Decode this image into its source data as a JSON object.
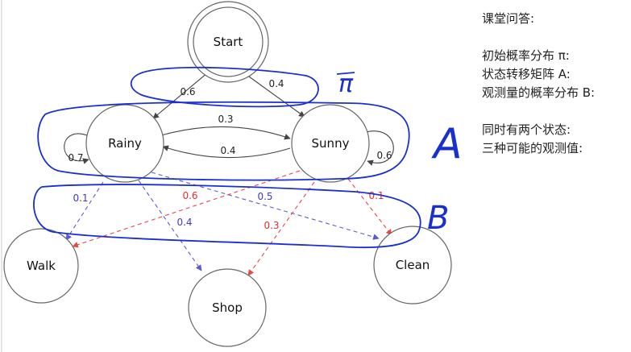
{
  "diagram": {
    "nodes": {
      "start": "Start",
      "rainy": "Rainy",
      "sunny": "Sunny",
      "walk": "Walk",
      "shop": "Shop",
      "clean": "Clean"
    },
    "edges": {
      "start_rainy": "0.6",
      "start_sunny": "0.4",
      "rainy_sunny": "0.3",
      "sunny_rainy": "0.4",
      "rainy_self": "0.7",
      "sunny_self": "0.6",
      "rainy_walk": "0.1",
      "rainy_shop": "0.4",
      "rainy_clean": "0.5",
      "sunny_walk": "0.6",
      "sunny_shop": "0.3",
      "sunny_clean": "0.1"
    },
    "annotations": {
      "pi": "π",
      "a": "A",
      "b": "B"
    },
    "colors": {
      "transition": "#444444",
      "rainy_emission": "#5b5bd6",
      "sunny_emission": "#e84848",
      "handwriting": "#1a2fd0"
    }
  },
  "notes": {
    "heading": "课堂问答:",
    "initial_prob": "初始概率分布 π:",
    "transition_matrix": "状态转移矩阵 A:",
    "emission_prob": "观测量的概率分布 B:",
    "two_states": "同时有两个状态:",
    "three_observations": "三种可能的观测值:"
  }
}
